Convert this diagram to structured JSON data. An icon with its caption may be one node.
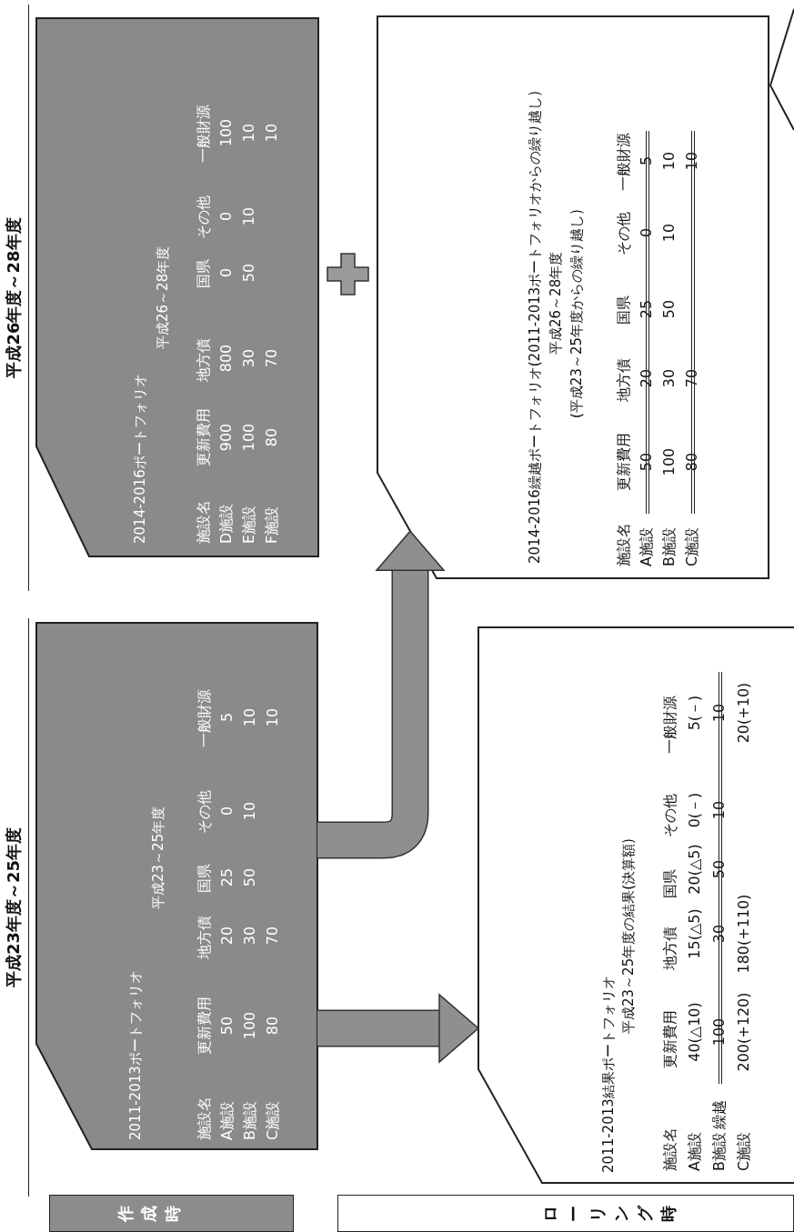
{
  "diagram": {
    "nodes": [
      {
        "text": [
          "作成時"
        ]
      },
      {
        "text": [
          "2011-2013ポートフォリオ",
          "平成23～25年度"
        ]
      },
      {
        "text": [
          "2014-2016ポートフォリオ",
          "平成26～28年度"
        ]
      },
      {
        "text": [
          "ローリング時"
        ]
      },
      {
        "text": [
          "2011-2013結果ポートフォリオ",
          "平成23～25年度の結果(決算額)"
        ]
      },
      {
        "text": [
          "2014-2016繰越ポートフォリオ(2011-2013ポートフォリオからの繰り越し)",
          "平成26～28年度",
          "(平成23～25年度からの繰り越し)"
        ]
      },
      {
        "text": [],
        "shape": "box"
      }
    ],
    "edges": [
      {
        "from": 1,
        "to": 4,
        "arrow": "to"
      },
      {
        "from": 1,
        "to": 5,
        "arrow": "to"
      }
    ],
    "labels": [
      "平成23年度～25年度",
      "平成26年度～28年度",
      "施設名",
      "更新費用",
      "地方債",
      "国県",
      "その他",
      "一般財源",
      "A施設",
      "50",
      "20",
      "25",
      "0",
      "5",
      "B施設",
      "100",
      "30",
      "50",
      "10",
      "10",
      "C施設",
      "80",
      "70",
      "10",
      "施設名",
      "更新費用",
      "地方債",
      "国県",
      "その他",
      "一般財源",
      "D施設",
      "900",
      "800",
      "0",
      "0",
      "100",
      "E施設",
      "100",
      "30",
      "50",
      "10",
      "10",
      "F施設",
      "80",
      "70",
      "10",
      "施設名",
      "更新費用",
      "地方債",
      "国県",
      "その他",
      "一般財源",
      "A施設",
      "40(△10)",
      "15(△5)",
      "20(△5)",
      "0(－)",
      "5(－)",
      "B施設",
      "繰越",
      "100",
      "30",
      "50",
      "10",
      "10",
      "C施設",
      "200(+120)",
      "180(+110)",
      "20(+10)",
      "施設名",
      "更新費用",
      "地方債",
      "国県",
      "その他",
      "一般財源",
      "A施設",
      "50",
      "20",
      "25",
      "0",
      "5",
      "B施設",
      "100",
      "30",
      "50",
      "10",
      "10",
      "C施設",
      "80",
      "70",
      "10"
    ]
  }
}
